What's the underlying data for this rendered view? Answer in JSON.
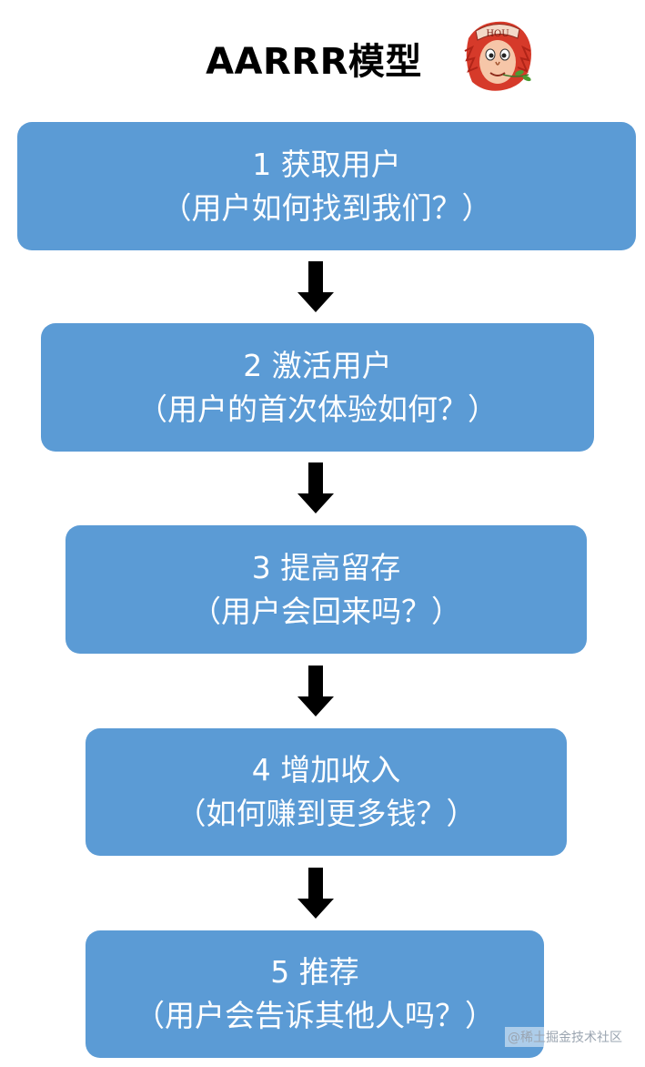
{
  "title": "AARRR模型",
  "mascot": {
    "hat_text": "HOU",
    "icon": "monkey-mascot-icon"
  },
  "steps": [
    {
      "line1": "1 获取用户",
      "line2": "（用户如何找到我们？）"
    },
    {
      "line1": "2 激活用户",
      "line2": "（用户的首次体验如何？）"
    },
    {
      "line1": "3 提高留存",
      "line2": "（用户会回来吗？）"
    },
    {
      "line1": "4 增加收入",
      "line2": "（如何赚到更多钱？）"
    },
    {
      "line1": "5 推荐",
      "line2": "（用户会告诉其他人吗？）"
    }
  ],
  "colors": {
    "box_fill": "#5b9bd5",
    "box_text": "#ffffff",
    "arrow": "#000000"
  },
  "watermark": "@稀土掘金技术社区"
}
